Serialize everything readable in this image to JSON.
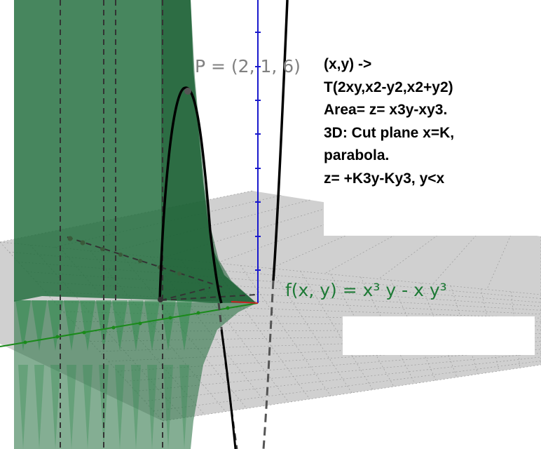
{
  "view": {
    "background": "#ffffff",
    "plane_color": "#c8c8c8",
    "grid_color": "#9a9a9a",
    "surface_color": "#1f6b3a",
    "curve_color": "#000000",
    "z_axis_color": "#1a1acc",
    "y_axis_color": "#1a8a1a",
    "x_axis_color": "#cc2222"
  },
  "point": {
    "label": "P = (2, 1, 6)"
  },
  "function": {
    "label": "f(x, y) = x³ y - x y³"
  },
  "note": {
    "lines": [
      "(x,y) ->",
      "T(2xy,x2-y2,x2+y2)",
      "Area= z= x3y-xy3.",
      "3D: Cut plane x=K,",
      "parabola.",
      "z= +K3y-Ky3, y<x"
    ]
  }
}
